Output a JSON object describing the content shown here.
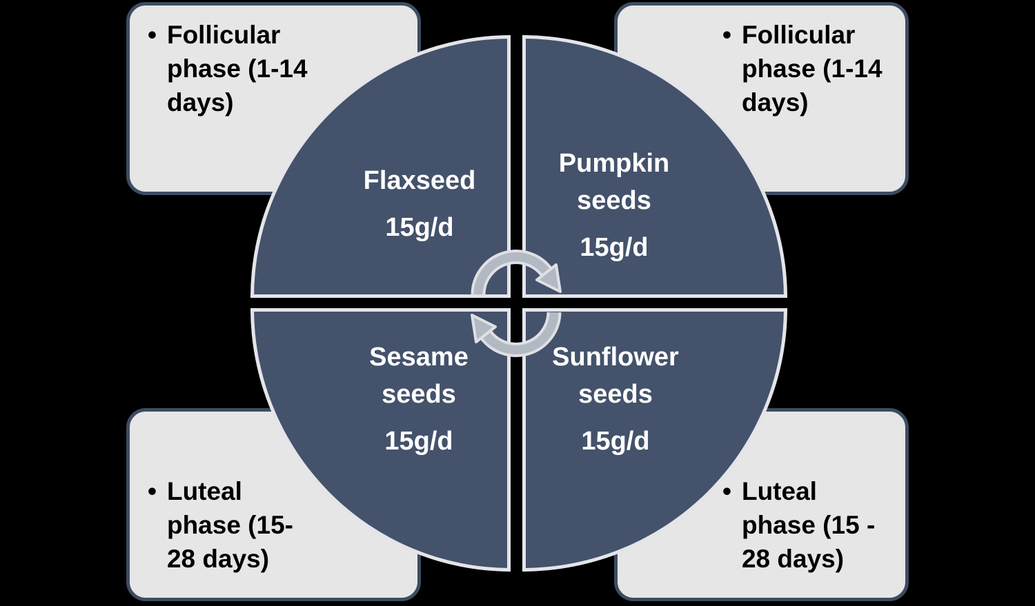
{
  "diagram": {
    "title": "seed-cycling-wheel",
    "background": "#000000"
  },
  "colors": {
    "quadrant_fill": "#44526B",
    "quadrant_stroke": "#E4E5E9",
    "box_fill": "#E6E6E6",
    "box_border": "#3D4C62",
    "box_text": "#000000",
    "quadrant_text": "#FFFFFF",
    "arrow_fill": "#B3B9C3",
    "arrow_outline": "#DEE0E4"
  },
  "boxes": {
    "top_left": {
      "bullet": "•",
      "lines": [
        "Follicular",
        "phase (1-14",
        "days)"
      ]
    },
    "top_right": {
      "bullet": "•",
      "lines": [
        "Follicular",
        "phase (1-14",
        "days)"
      ]
    },
    "bottom_left": {
      "bullet": "•",
      "lines": [
        "Luteal",
        "phase (15-",
        "28 days)"
      ]
    },
    "bottom_right": {
      "bullet": "•",
      "lines": [
        "Luteal",
        "phase (15 -",
        "28 days)"
      ]
    }
  },
  "quadrants": {
    "top_left": {
      "name_line1": "Flaxseed",
      "name_line2": "",
      "dose": "15g/d"
    },
    "top_right": {
      "name_line1": "Pumpkin",
      "name_line2": "seeds",
      "dose": "15g/d"
    },
    "bottom_left": {
      "name_line1": "Sesame",
      "name_line2": "seeds",
      "dose": "15g/d"
    },
    "bottom_right": {
      "name_line1": "Sunflower",
      "name_line2": "seeds",
      "dose": "15g/d"
    }
  },
  "icons": {
    "cycle_arrows": "clockwise-rotation-arrows"
  }
}
